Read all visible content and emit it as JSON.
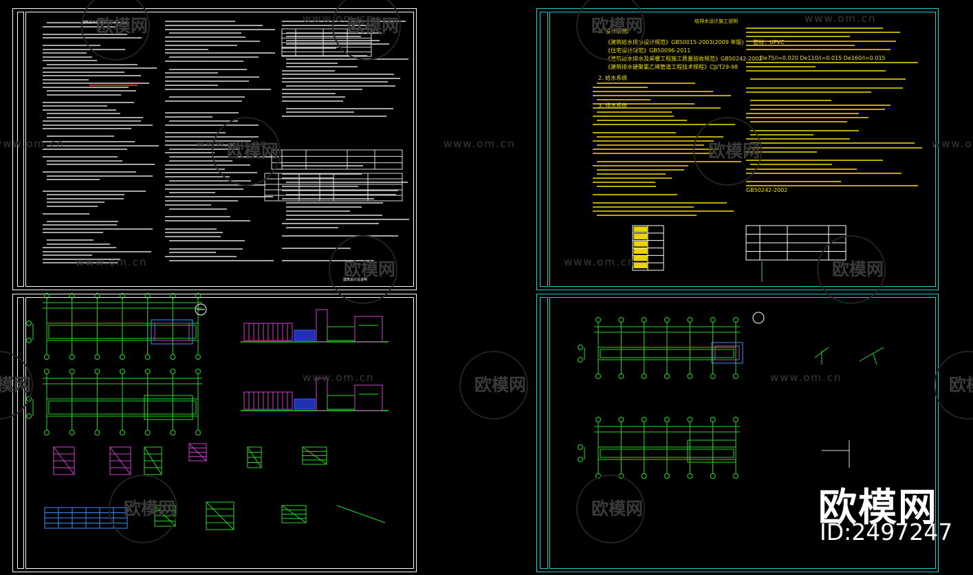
{
  "watermarks": {
    "site": "www.om.cn",
    "brand_cn": "欧模网"
  },
  "sheet1": {
    "title": "建筑设计总说明",
    "footer": "建筑设计总说明"
  },
  "sheet3": {
    "title": "给排水设计施工说明",
    "texts": [
      "《建筑给水排水设计规范》GB50015-2003(2009 年版)",
      "《住宅设计规范》GB50096-2011",
      "《建筑给水排水及采暖工程施工质量验收规范》GB50242-2002",
      "《建筑排水硬聚氯乙烯管道工程技术规程》CJJ/T29-98",
      "1. 设计依据",
      "2. 给水系统",
      "3. 排水系统",
      "管材：UPVC",
      "De75/i=0.020  De110/i=0.015  De160/i=0.015",
      "GB50242-2002"
    ]
  },
  "brand": {
    "logo_text": "欧模网",
    "id_text": "ID:2497247"
  }
}
